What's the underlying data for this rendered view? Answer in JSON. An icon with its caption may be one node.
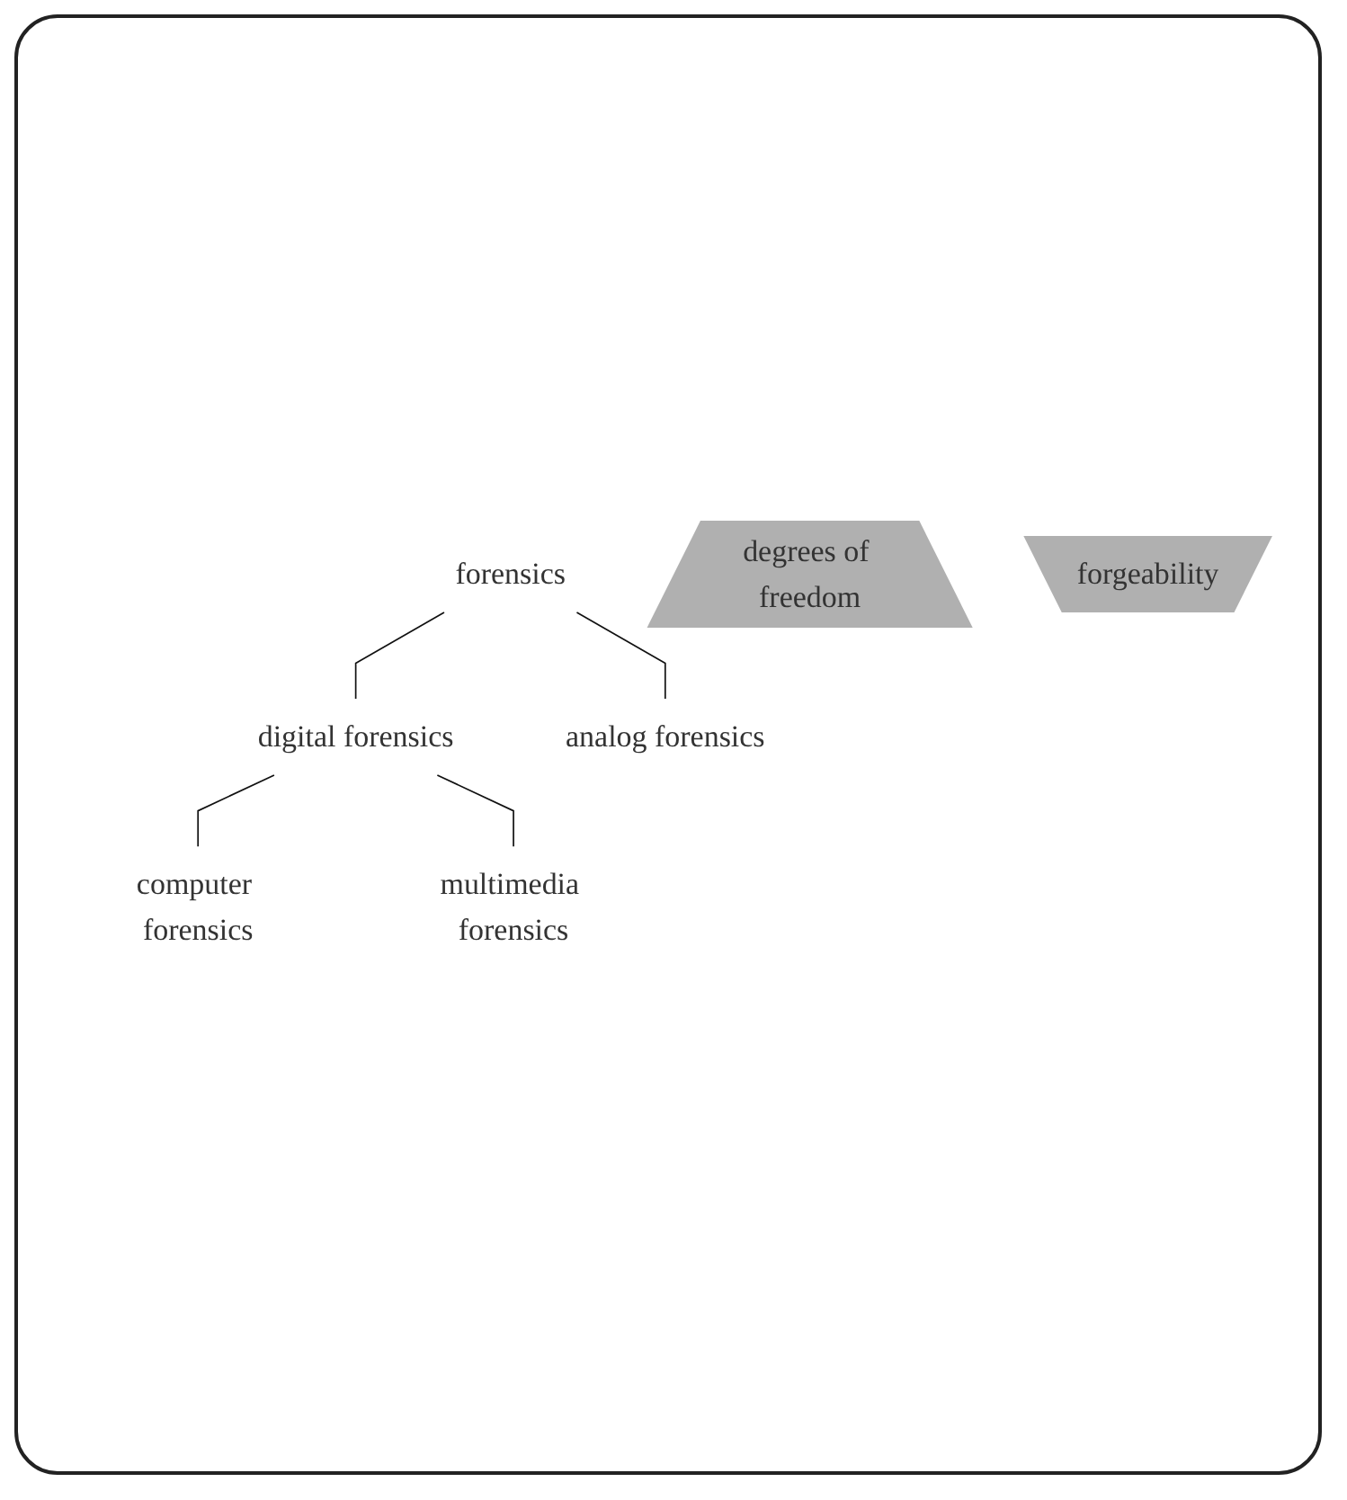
{
  "diagram": {
    "nodes": [
      {
        "text": [
          "forensics"
        ]
      },
      {
        "text": [
          "digital forensics"
        ]
      },
      {
        "text": [
          "analog forensics"
        ]
      },
      {
        "text": [
          "computer forensics"
        ]
      },
      {
        "text": [
          "multimedia forensics"
        ]
      },
      {
        "text": [
          "degrees of freedom"
        ]
      },
      {
        "text": [
          "forgeability"
        ]
      }
    ],
    "edges": [
      {
        "from": 0,
        "to": 1,
        "arrow": "none"
      },
      {
        "from": 0,
        "to": 2,
        "arrow": "none"
      },
      {
        "from": 1,
        "to": 3,
        "arrow": "none"
      },
      {
        "from": 1,
        "to": 4,
        "arrow": "none"
      }
    ]
  }
}
